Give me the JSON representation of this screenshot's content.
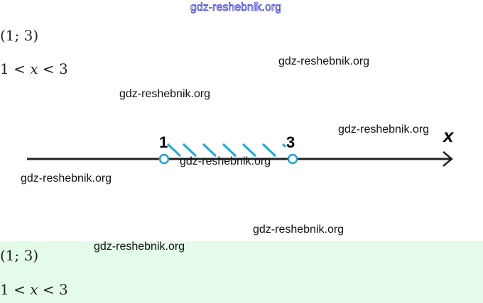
{
  "watermark_top": "gdz-reshebnik.org",
  "watermark": "gdz-reshebnik.org",
  "answer1": {
    "interval": "(1; 3)",
    "ineq_left": "1 <",
    "ineq_var": "x",
    "ineq_right": "< 3"
  },
  "numberline": {
    "left_label": "1",
    "right_label": "3",
    "axis_label": "x",
    "colors": {
      "shade": "#1fa9d6",
      "point": "#2a9fd6",
      "axis": "#222222"
    }
  },
  "answer2": {
    "interval": "(1; 3)",
    "ineq_left": "1 <",
    "ineq_var": "x",
    "ineq_right": "< 3"
  }
}
